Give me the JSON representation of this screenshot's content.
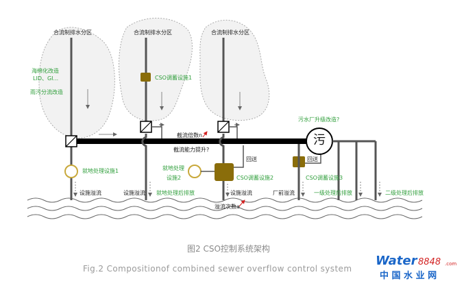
{
  "diagram": {
    "catchments": [
      {
        "label": "合流制排水分区"
      },
      {
        "label": "合流制排水分区"
      },
      {
        "label": "合流制排水分区"
      }
    ],
    "green_labels": {
      "sponge_1": "海绵化改造",
      "sponge_2": "LID、GI...",
      "separation": "雨污分流改造",
      "cso_storage_1": "CSO调蓄设施1",
      "local_treatment_1": "就地处理设施1",
      "local_treatment_2a": "就地处理",
      "local_treatment_2b": "设施2",
      "cso_storage_2": "CSO调蓄设施2",
      "cso_storage_3": "CSO调蓄设施3",
      "after_local_discharge": "就地处理后排放",
      "wwtp_upgrade": "污水厂升级改造?",
      "primary_discharge": "一级处理后排放",
      "secondary_discharge": "二级处理后排放"
    },
    "black_labels": {
      "interception_ratio": "截流倍数n",
      "interception_capacity": "截流能力提升?",
      "return_1": "回送",
      "return_2": "回送",
      "overflow_1": "设施溢流",
      "overflow_2": "设施溢流",
      "overflow_3": "设施溢流",
      "plant_overflow": "厂前溢流",
      "overflow_count": "溢流次数a"
    },
    "plant_label": "污",
    "colors": {
      "green": "#2e9e3a",
      "olive": "#8a6d0a",
      "red": "#d22020",
      "pipe": "#000000",
      "gray": "#6e6e6e"
    }
  },
  "caption": {
    "zh": "图2 CSO控制系统架构",
    "en": "Fig.2 Compositionof combined sewer overflow control system"
  },
  "watermark": {
    "brand": "Water",
    "number": "8848",
    "dotcom": ".com",
    "cn": "中 国 水 业 网"
  }
}
